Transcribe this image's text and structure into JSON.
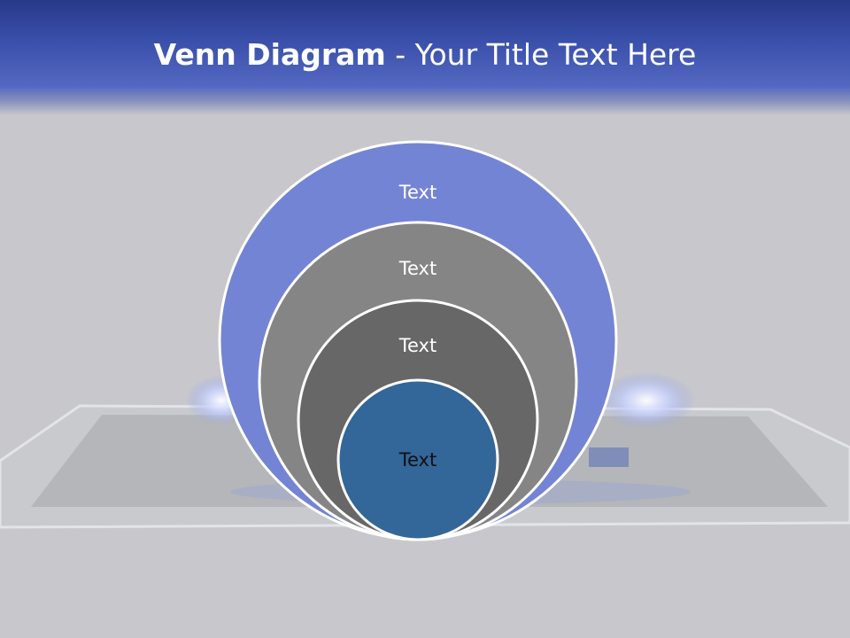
{
  "slide": {
    "title_bold": "Venn Diagram",
    "title_rest": " - Your Title Text Here"
  },
  "diagram": {
    "circles": [
      {
        "label": "Text",
        "fill": "#7484d4",
        "text_color": "#ffffff"
      },
      {
        "label": "Text",
        "fill": "#858585",
        "text_color": "#ffffff"
      },
      {
        "label": "Text",
        "fill": "#676767",
        "text_color": "#ffffff"
      },
      {
        "label": "Text",
        "fill": "#336699",
        "text_color": "#111111"
      }
    ],
    "outline_color": "#ffffff"
  },
  "colors": {
    "header_blue": "#3c52ad",
    "background_gray": "#c7c7cc"
  }
}
